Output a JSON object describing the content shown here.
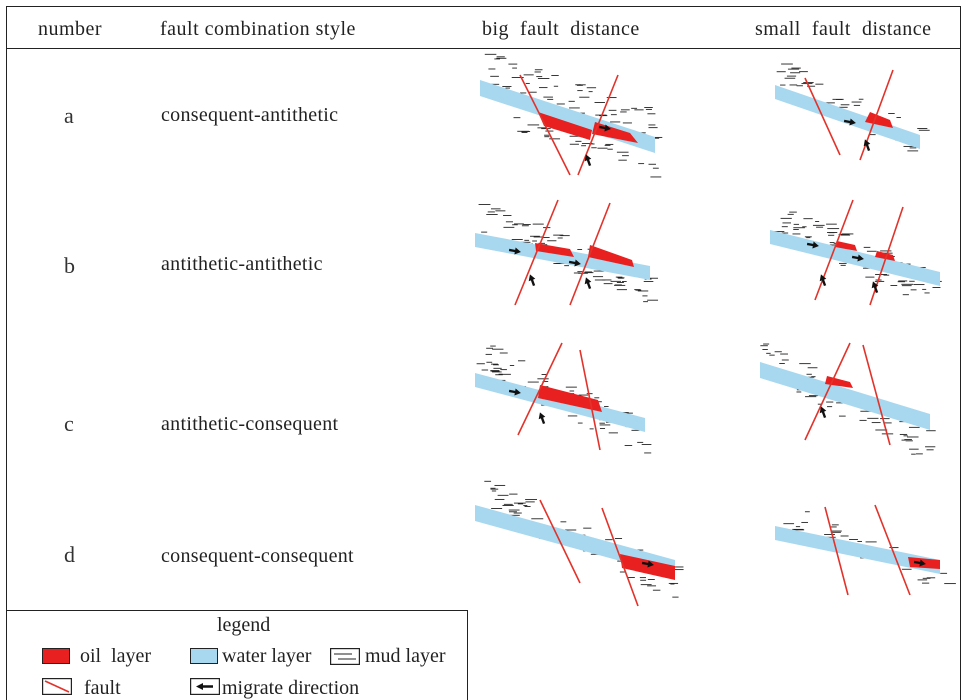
{
  "header": {
    "number": "number",
    "style": "fault combination style",
    "big": "big  fault  distance",
    "small": "small  fault  distance"
  },
  "rows": [
    {
      "number": "a",
      "style": "consequent-antithetic"
    },
    {
      "number": "b",
      "style": "antithetic-antithetic"
    },
    {
      "number": "c",
      "style": "antithetic-consequent"
    },
    {
      "number": "d",
      "style": "consequent-consequent"
    }
  ],
  "legend": {
    "title": "legend",
    "oil": "oil  layer",
    "water": "water layer",
    "mud": "mud layer",
    "fault": "fault",
    "migrate": "migrate direction"
  },
  "colors": {
    "oil": "#e8201f",
    "water": "#a8d8ef",
    "fault": "#e2332b",
    "mud": "#222222"
  }
}
